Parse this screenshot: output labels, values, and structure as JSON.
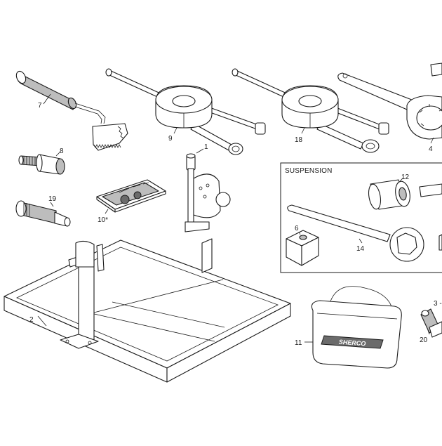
{
  "diagram": {
    "suspension_box_title": "SUSPENSION",
    "bag_logo": "SHERCO",
    "callouts": {
      "c1": "1",
      "c2": "2",
      "c3": "3 -",
      "c4": "4",
      "c6": "6",
      "c7": "7",
      "c8": "8",
      "c9": "9",
      "c10": "10*",
      "c11": "11",
      "c12": "12",
      "c14": "14",
      "c18": "18",
      "c19": "19",
      "c20": "20"
    }
  }
}
